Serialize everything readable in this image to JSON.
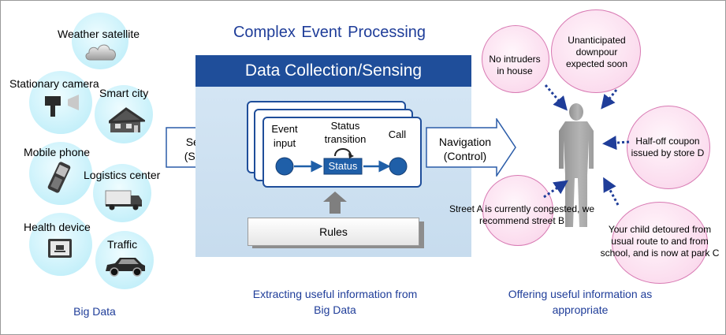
{
  "title": "Complex Event Processing",
  "cep_box": {
    "header": "Data Collection/Sensing",
    "event_input": "Event input",
    "status_transition": "Status transition",
    "call": "Call",
    "status": "Status",
    "rules": "Rules"
  },
  "sensing_arrow": "Sensing (Stream)",
  "navigation_arrow": "Navigation (Control)",
  "big_data_sources": [
    "Weather satellite",
    "Stationary camera",
    "Smart city",
    "Mobile phone",
    "Logistics center",
    "Health device",
    "Traffic"
  ],
  "captions": {
    "big_data": "Big Data",
    "extracting": "Extracting useful information from Big Data",
    "offering": "Offering useful information as appropriate"
  },
  "outputs": [
    "No intruders in house",
    "Unanticipated downpour expected soon",
    "Half-off coupon issued by store D",
    "Street A is currently congested, we recommend street B",
    "Your child detoured from usual route to and from school, and is now at park C"
  ],
  "colors": {
    "header_bg": "#1f4e9a",
    "panel_bg": "#cfe3f3",
    "title_text": "#1f3d99",
    "node_blue": "#1f5fa8",
    "left_bubble": "#c6f0fa",
    "right_bubble": "#fbdcee"
  },
  "icons": [
    "cloud-icon",
    "camera-icon",
    "house-icon",
    "phone-icon",
    "truck-icon",
    "monitor-icon",
    "car-icon",
    "person-silhouette-icon"
  ]
}
